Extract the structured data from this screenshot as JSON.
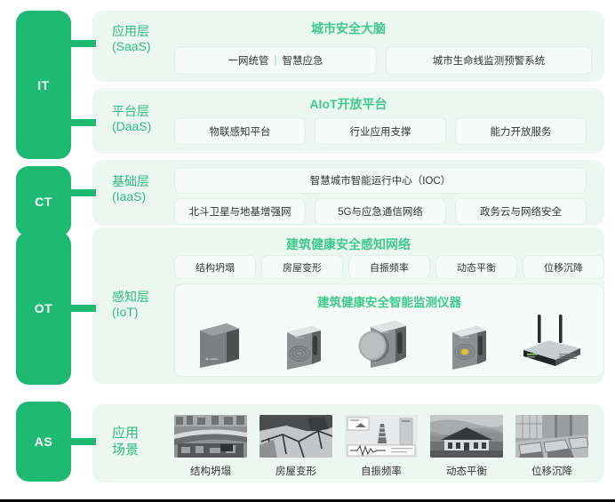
{
  "tiers": [
    {
      "id": "it",
      "label": "IT"
    },
    {
      "id": "ct",
      "label": "CT"
    },
    {
      "id": "ot",
      "label": "OT"
    },
    {
      "id": "as",
      "label": "AS"
    }
  ],
  "layers": {
    "saas": {
      "label": "应用层\n(SaaS)",
      "title": "城市安全大脑",
      "chips": [
        {
          "left": "一网统管",
          "sep": "|",
          "right": "智慧应急"
        },
        {
          "text": "城市生命线监测预警系统"
        }
      ]
    },
    "daas": {
      "label": "平台层\n(DaaS)",
      "title": "AIoT开放平台",
      "chips": [
        {
          "text": "物联感知平台"
        },
        {
          "text": "行业应用支撑"
        },
        {
          "text": "能力开放服务"
        }
      ]
    },
    "iaas": {
      "label": "基础层\n(IaaS)",
      "wide_chip": "智慧城市智能运行中心（IOC）",
      "chips": [
        {
          "text": "北斗卫星与地基增强网"
        },
        {
          "text": "5G与应急通信网络"
        },
        {
          "text": "政务云与网络安全"
        }
      ]
    },
    "iot": {
      "label": "感知层\n(IoT)",
      "title": "建筑健康安全感知网络",
      "chips": [
        {
          "text": "结构坍塌"
        },
        {
          "text": "房屋变形"
        },
        {
          "text": "自振频率"
        },
        {
          "text": "动态平衡"
        },
        {
          "text": "位移沉降"
        }
      ],
      "instrument_title": "建筑健康安全智能监测仪器",
      "devices": [
        {
          "name": "device-box-plain"
        },
        {
          "name": "device-sensor-ripple"
        },
        {
          "name": "device-sensor-disc"
        },
        {
          "name": "device-sensor-led"
        },
        {
          "name": "device-gateway-router"
        }
      ]
    },
    "scenes": {
      "label": "应用\n场景",
      "items": [
        {
          "caption": "结构坍塌",
          "image": "collapsed-structure-photo"
        },
        {
          "caption": "房屋变形",
          "image": "cracked-wall-photo"
        },
        {
          "caption": "自振频率",
          "image": "seismograph-diagram"
        },
        {
          "caption": "动态平衡",
          "image": "house-storm-photo"
        },
        {
          "caption": "位移沉降",
          "image": "settled-pavement-photo"
        }
      ]
    }
  },
  "colors": {
    "brand_green": "#1FBA72",
    "panel_bg": "#EDF7F2",
    "chip_bg": "#F5FBF8",
    "chip_border": "#DDEFE6",
    "title_green": "#3FC98C",
    "label_green": "#2DBB7E",
    "led_yellow": "#E8C02A"
  }
}
